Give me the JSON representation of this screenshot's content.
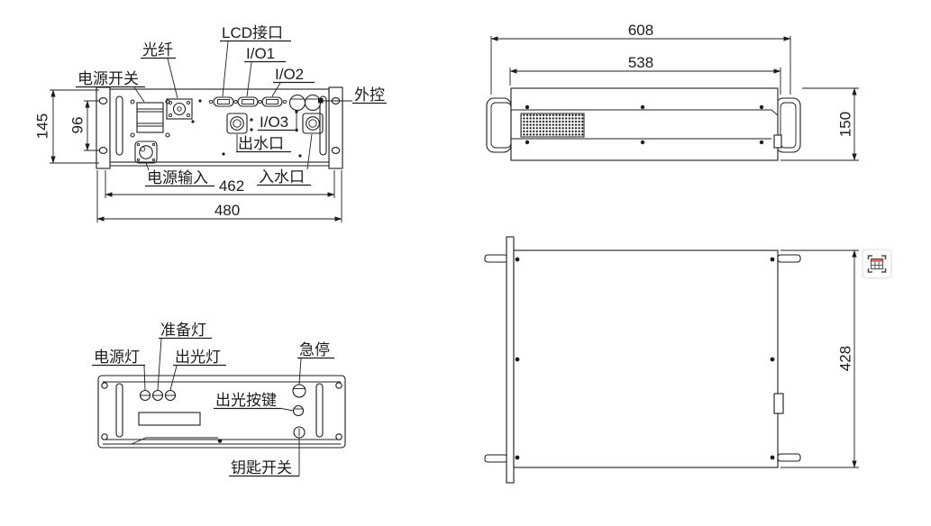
{
  "drawing": {
    "line_color": "#1c1c1c",
    "background": "#ffffff"
  },
  "rear_view": {
    "labels": {
      "power_switch": "电源开关",
      "fiber": "光纤",
      "lcd_port": "LCD接口",
      "io1": "I/O1",
      "io2": "I/O2",
      "io3": "I/O3",
      "external_control": "外控",
      "water_outlet": "出水口",
      "power_input": "电源输入",
      "water_inlet": "入水口"
    },
    "dims": {
      "overall_height": "145",
      "inner_height": "96",
      "mounting_width": "462",
      "overall_width": "480"
    }
  },
  "side_view": {
    "dims": {
      "overall_width": "608",
      "body_width": "538",
      "height": "150"
    }
  },
  "front_view": {
    "labels": {
      "power_light": "电源灯",
      "ready_light": "准备灯",
      "output_light": "出光灯",
      "emergency_stop": "急停",
      "output_button": "出光按键",
      "key_switch": "钥匙开关"
    }
  },
  "top_view": {
    "dims": {
      "depth": "428"
    }
  },
  "ui": {
    "table_button_icon": "table-capture-icon",
    "table_button_accent": "#e0695c",
    "table_button_border": "#dcdcdc"
  }
}
